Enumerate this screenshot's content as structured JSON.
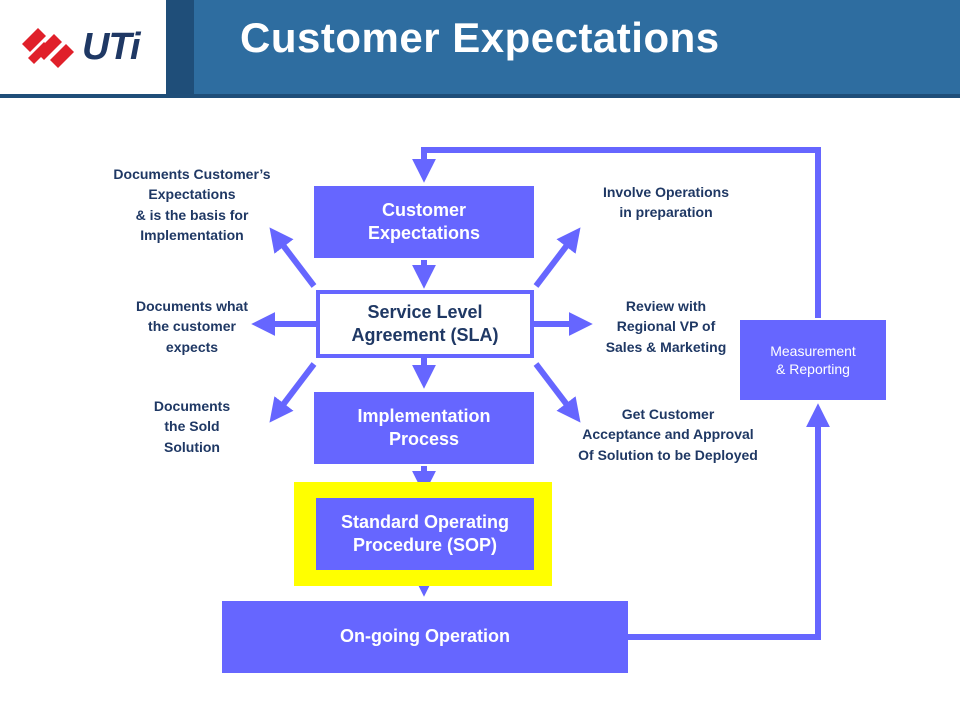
{
  "header": {
    "title": "Customer Expectations",
    "logo_text": "UTi"
  },
  "boxes": {
    "customer_expectations": "Customer\nExpectations",
    "sla": "Service Level\nAgreement (SLA)",
    "implementation": "Implementation\nProcess",
    "sop": "Standard Operating\nProcedure (SOP)",
    "ongoing": "On-going Operation",
    "measurement": "Measurement\n& Reporting"
  },
  "notes": {
    "documents_expectations": "Documents Customer’s\nExpectations\n& is the basis for\nImplementation",
    "documents_what": "Documents what\nthe customer\nexpects",
    "documents_sold": "Documents\nthe Sold\nSolution",
    "involve_ops": "Involve Operations\nin preparation",
    "review_vp": "Review with\nRegional VP of\nSales & Marketing",
    "get_acceptance": "Get Customer\nAcceptance and Approval\nOf Solution to be Deployed"
  },
  "colors": {
    "header": "#2e6da0",
    "box": "#6666ff",
    "highlight": "#ffff00",
    "note_text": "#1f3864",
    "logo_red": "#e0202a"
  }
}
